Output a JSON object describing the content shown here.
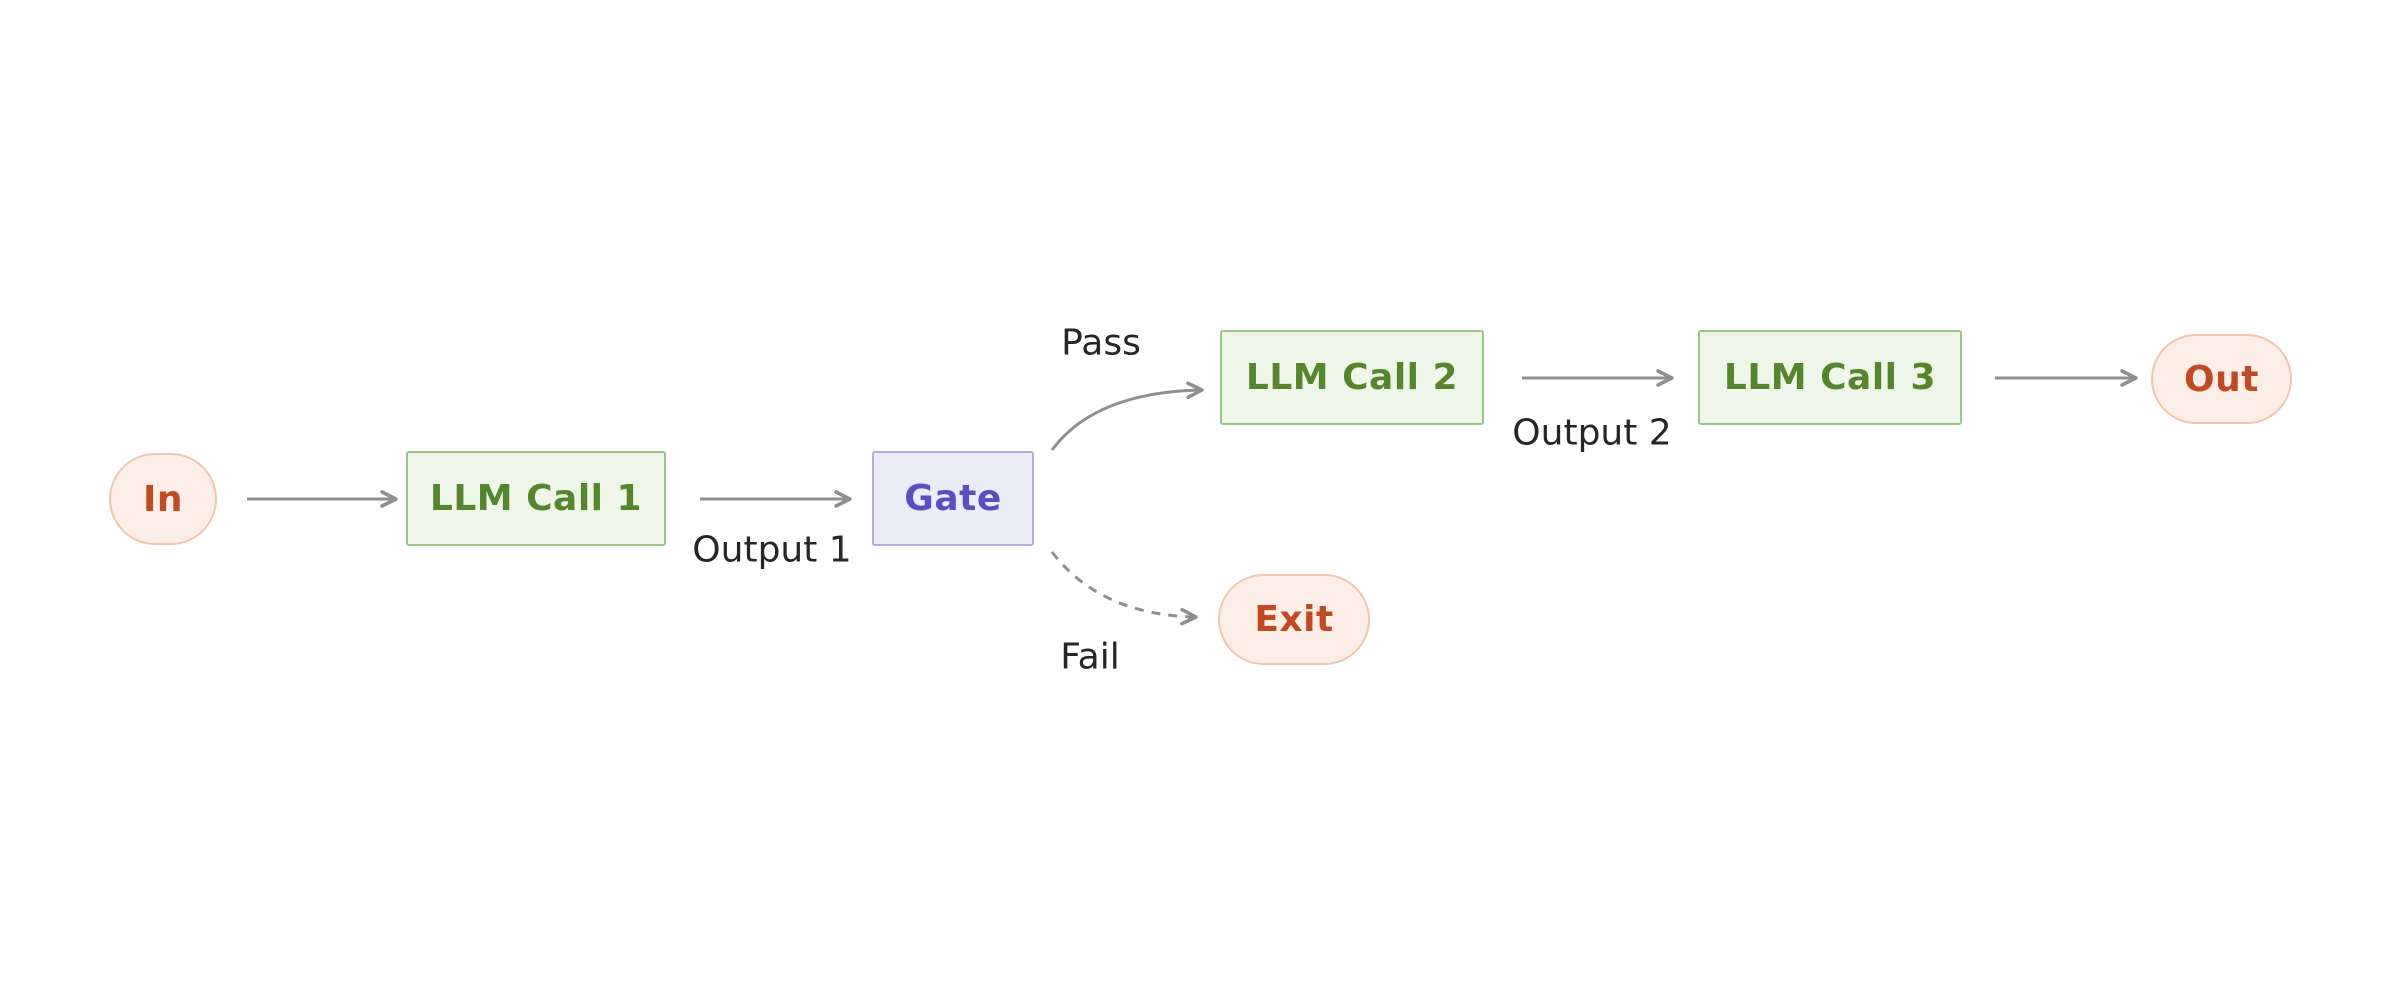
{
  "diagram": {
    "nodes": [
      {
        "id": "in",
        "label": "In",
        "type": "terminal"
      },
      {
        "id": "llm1",
        "label": "LLM Call 1",
        "type": "process"
      },
      {
        "id": "gate",
        "label": "Gate",
        "type": "decision"
      },
      {
        "id": "llm2",
        "label": "LLM Call 2",
        "type": "process"
      },
      {
        "id": "llm3",
        "label": "LLM Call 3",
        "type": "process"
      },
      {
        "id": "out",
        "label": "Out",
        "type": "terminal"
      },
      {
        "id": "exit",
        "label": "Exit",
        "type": "terminal"
      }
    ],
    "edges": [
      {
        "from": "in",
        "to": "llm1",
        "label": "",
        "style": "solid"
      },
      {
        "from": "llm1",
        "to": "gate",
        "label": "Output 1",
        "style": "solid"
      },
      {
        "from": "gate",
        "to": "llm2",
        "label": "Pass",
        "style": "solid-curved"
      },
      {
        "from": "llm2",
        "to": "llm3",
        "label": "Output 2",
        "style": "solid"
      },
      {
        "from": "llm3",
        "to": "out",
        "label": "",
        "style": "solid"
      },
      {
        "from": "gate",
        "to": "exit",
        "label": "Fail",
        "style": "dashed-curved"
      }
    ],
    "colors": {
      "process_text": "#55862e",
      "process_fill": "#eef6e9",
      "process_border": "#9cc683",
      "decision_text": "#5a4fbe",
      "decision_fill": "#ecebf8",
      "decision_border": "#b3addd",
      "terminal_text": "#bf4b26",
      "terminal_fill": "#fceee7",
      "terminal_border": "#f1c4ad",
      "arrow": "#8f8f8f",
      "edge_label_text": "#262626",
      "background": "#ffffff"
    }
  }
}
